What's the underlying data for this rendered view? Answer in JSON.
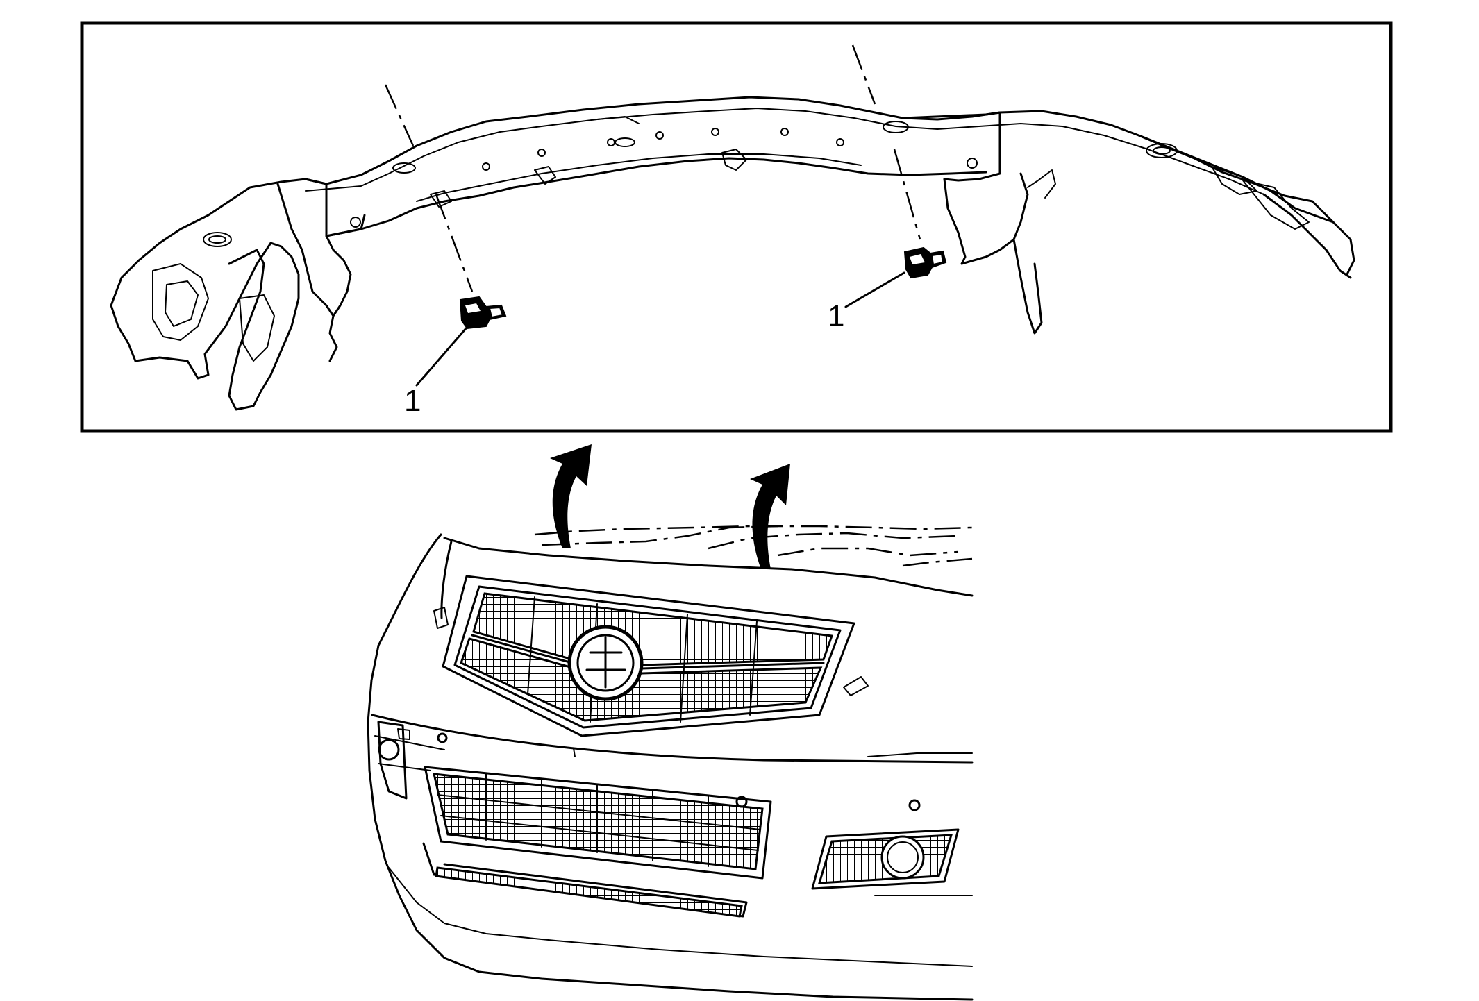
{
  "diagram": {
    "callouts": [
      {
        "id": "sensor-left",
        "label": "1"
      },
      {
        "id": "sensor-right",
        "label": "1"
      }
    ],
    "colors": {
      "line": "#000000",
      "background": "#ffffff"
    },
    "icons": [
      "curved-up-arrow-icon",
      "curved-up-arrow-icon"
    ]
  }
}
